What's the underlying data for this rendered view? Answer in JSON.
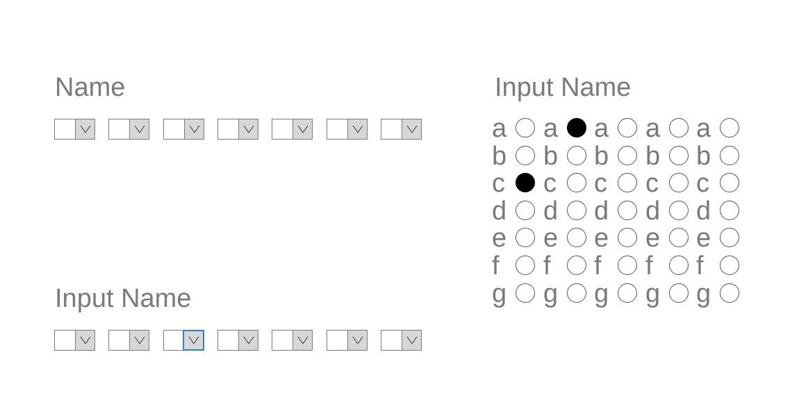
{
  "labels": {
    "top": "Name",
    "bottom": "Input Name",
    "radio": "Input Name"
  },
  "dropdown_groups": {
    "top": {
      "count": 7,
      "focused_index": -1
    },
    "bottom": {
      "count": 7,
      "focused_index": 2
    }
  },
  "radio_grid": {
    "rows": [
      "a",
      "b",
      "c",
      "d",
      "e",
      "f",
      "g"
    ],
    "columns": 5,
    "checked": [
      [
        0,
        1
      ],
      [
        2,
        0
      ]
    ]
  },
  "colors": {
    "text": "#7a7a7a",
    "focus": "#2f7fd0",
    "button_fill": "#d7d7d7"
  },
  "icons": {
    "dropdown": "chevron-down-icon",
    "radio": "radio-circle-icon"
  }
}
